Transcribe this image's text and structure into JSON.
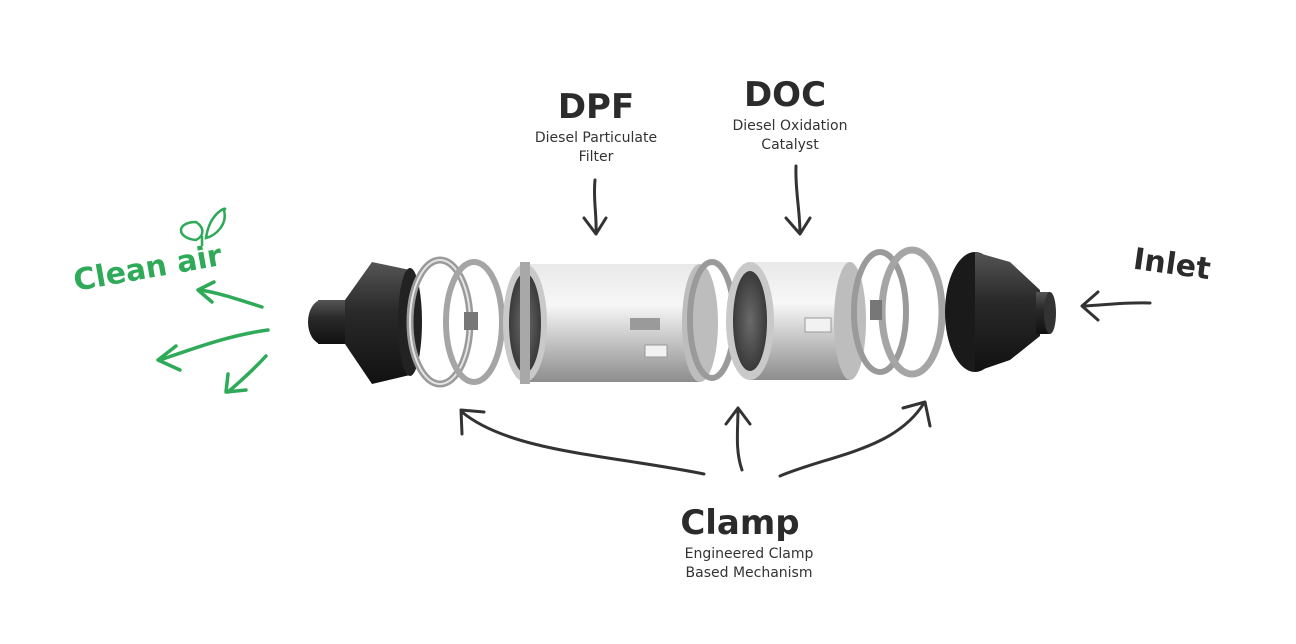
{
  "labels": {
    "dpf": {
      "title": "DPF",
      "line1": "Diesel Particulate",
      "line2": "Filter"
    },
    "doc": {
      "title": "DOC",
      "line1": "Diesel Oxidation",
      "line2": "Catalyst"
    },
    "clamp": {
      "title": "Clamp",
      "line1": "Engineered Clamp",
      "line2": "Based Mechanism"
    },
    "inlet": "Inlet",
    "clean_air": "Clean air"
  },
  "colors": {
    "ink": "#333333",
    "green": "#2eaa59",
    "metal": "#c8c8c8"
  }
}
